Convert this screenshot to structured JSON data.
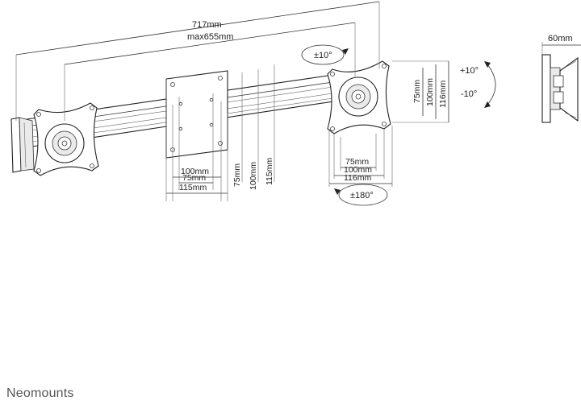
{
  "dimensions": {
    "overall_width": "717mm",
    "max_width": "max655mm",
    "depth": "60mm",
    "tilt_rotation": "±10°",
    "tilt_up": "+10°",
    "tilt_down": "-10°",
    "rotation": "±180°",
    "plate_left": {
      "w75": "75mm",
      "w100": "100mm",
      "w115": "115mm",
      "h75": "75mm",
      "h100": "100mm",
      "h115": "115mm"
    },
    "plate_right": {
      "w75": "75mm",
      "w100": "100mm",
      "w116": "116mm",
      "h75": "75mm",
      "h100": "100mm",
      "h116": "116mm"
    }
  },
  "brand": {
    "name": "Neomounts"
  }
}
